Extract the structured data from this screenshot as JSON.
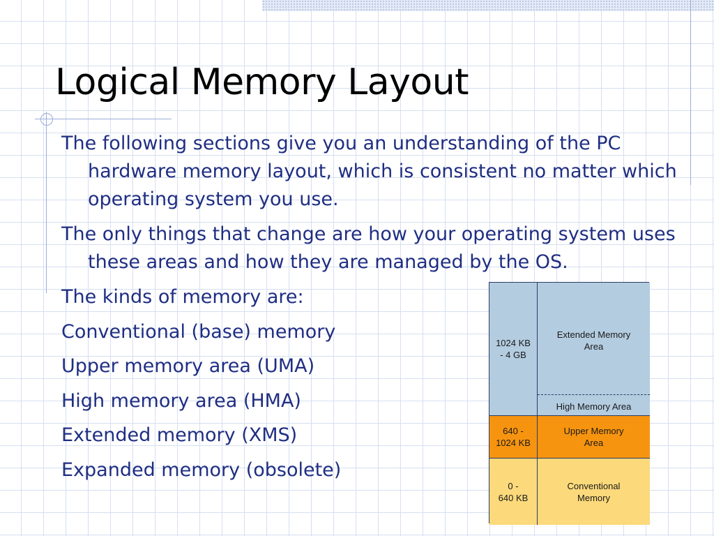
{
  "slide": {
    "title": "Logical Memory Layout",
    "paragraphs": [
      "The following sections give you an understanding of the PC hardware memory layout, which is consistent no matter which operating system you use.",
      "The only things that change are how your operating system uses these areas and how they are managed by the OS."
    ],
    "list_intro": "The kinds of memory are:",
    "memory_kinds": [
      "Conventional (base) memory",
      "Upper memory area (UMA)",
      "High memory area (HMA)",
      "Extended memory (XMS)",
      "Expanded memory (obsolete)"
    ]
  },
  "diagram": {
    "extended": {
      "range_line1": "1024 KB",
      "range_line2": "- 4 GB",
      "name_line1": "Extended Memory",
      "name_line2": "Area"
    },
    "hma": {
      "name": "High Memory Area"
    },
    "uma": {
      "range_line1": "640 -",
      "range_line2": "1024 KB",
      "name_line1": "Upper Memory",
      "name_line2": "Area"
    },
    "conventional": {
      "range_line1": "0 -",
      "range_line2": "640 KB",
      "name_line1": "Conventional",
      "name_line2": "Memory"
    },
    "colors": {
      "extended": "#b3cce0",
      "uma": "#f7940f",
      "conventional": "#fcd97a",
      "text": "#1f2e82"
    }
  }
}
